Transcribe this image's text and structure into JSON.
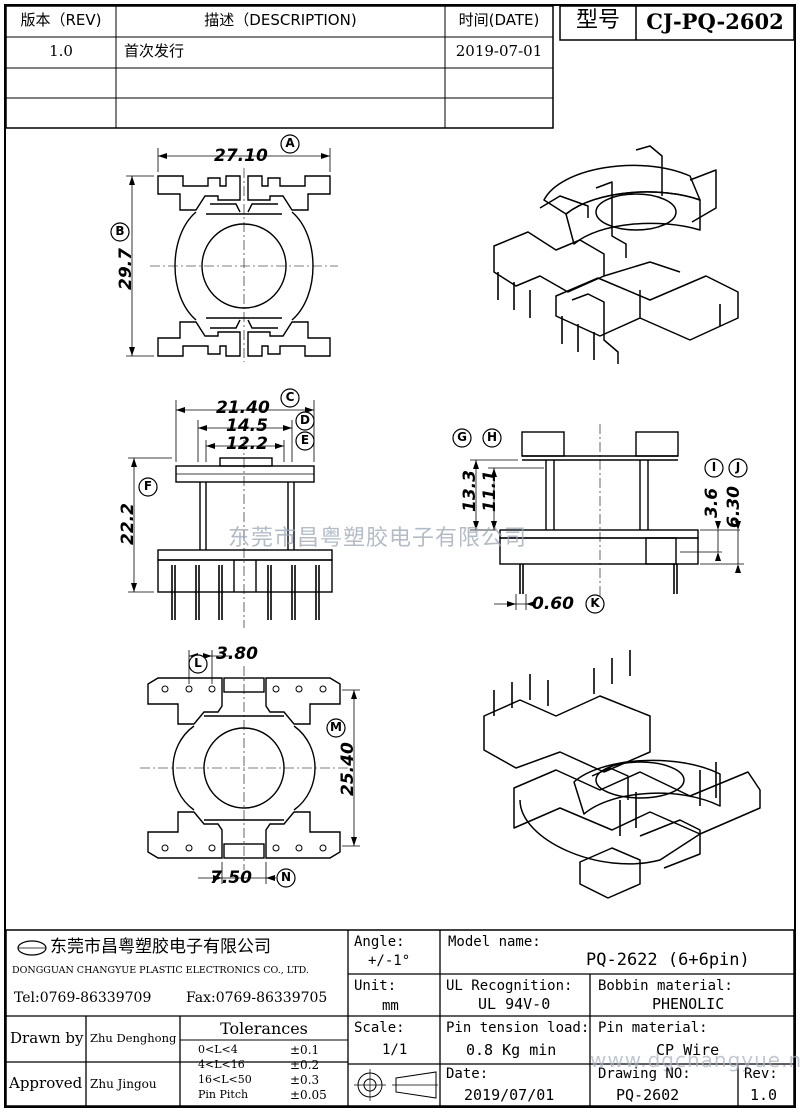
{
  "revision_table": {
    "headers": {
      "rev": "版本（REV)",
      "desc": "描述（DESCRIPTION)",
      "date": "时间(DATE)"
    },
    "rows": [
      {
        "rev": "1.0",
        "desc": "首次发行",
        "date": "2019-07-01"
      }
    ]
  },
  "model_header": {
    "label": "型号",
    "value": "CJ-PQ-2602"
  },
  "dimensions": {
    "A": "27.10",
    "B": "29.7",
    "C": "21.40",
    "D": "14.5",
    "E": "12.2",
    "F": "22.2",
    "G_H": "13.3",
    "H_inner": "11.1",
    "I": "3.6",
    "J": "6.30",
    "K": "0.60",
    "L": "3.80",
    "M": "25.40",
    "N": "7.50"
  },
  "dimension_markers": [
    "A",
    "B",
    "C",
    "D",
    "E",
    "F",
    "G",
    "H",
    "I",
    "J",
    "K",
    "L",
    "M",
    "N"
  ],
  "watermark": "东莞市昌粤塑胶电子有限公司",
  "watermark_url": "www.dgchangyue.net",
  "title_block": {
    "company_cn": "东莞市昌粤塑胶电子有限公司",
    "company_en": "DONGGUAN CHANGYUE PLASTIC ELECTRONICS CO., LTD.",
    "tel": "Tel:0769-86339709",
    "fax": "Fax:0769-86339705",
    "drawn_by_label": "Drawn by",
    "drawn_by": "Zhu Denghong",
    "approved_label": "Approved",
    "approved_by": "Zhu   Jingou",
    "tolerances_label": "Tolerances",
    "tolerances": [
      {
        "range": "0<L<4",
        "value": "±0.1"
      },
      {
        "range": "4<L<16",
        "value": "±0.2"
      },
      {
        "range": "16<L<50",
        "value": "±0.3"
      },
      {
        "range": "Pin Pitch",
        "value": "±0.05"
      }
    ],
    "angle_label": "Angle:",
    "angle": "+/-1°",
    "unit_label": "Unit:",
    "unit": "mm",
    "scale_label": "Scale:",
    "scale": "1/1",
    "model_name_label": "Model name:",
    "model_name": "PQ-2622 (6+6pin)",
    "ul_label": "UL Recognition:",
    "ul": "UL 94V-0",
    "bobbin_label": "Bobbin material:",
    "bobbin": "PHENOLIC",
    "pin_tension_label": "Pin tension load:",
    "pin_tension": "0.8 Kg min",
    "pin_material_label": "Pin material:",
    "pin_material": "CP Wire",
    "date_label": "Date:",
    "date": "2019/07/01",
    "drawing_no_label": "Drawing NO:",
    "drawing_no": "PQ-2602",
    "rev_label": "Rev:",
    "rev": "1.0"
  }
}
